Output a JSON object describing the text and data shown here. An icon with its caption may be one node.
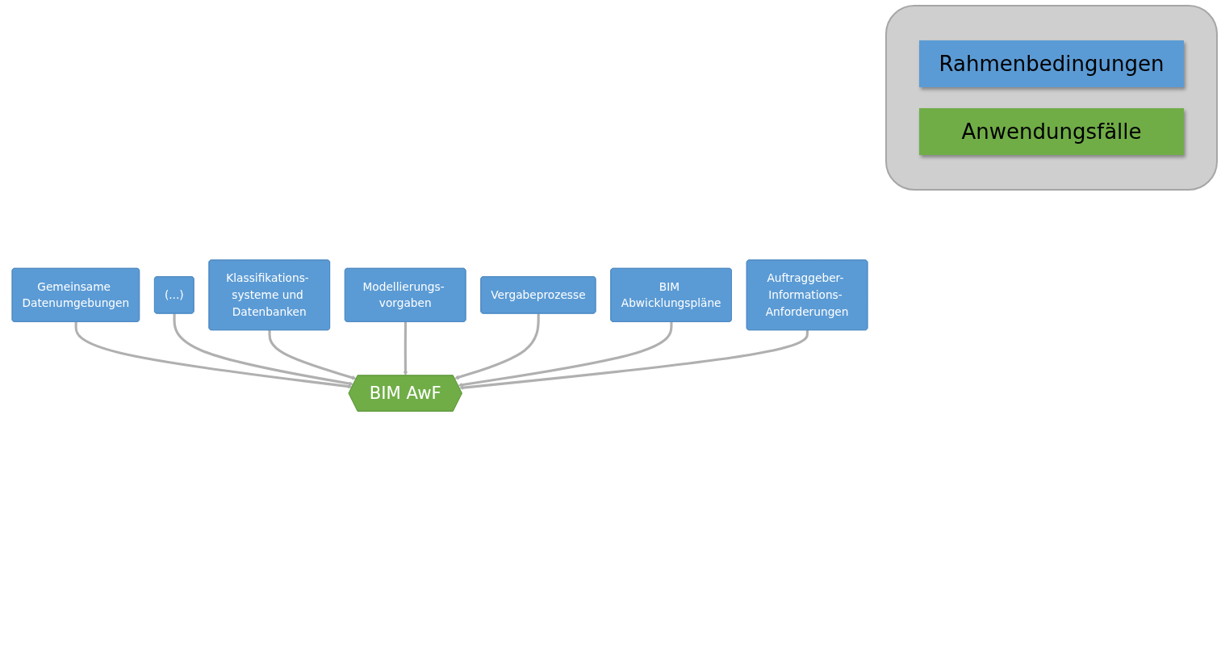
{
  "diagram": {
    "nodes": [
      {
        "text": [
          "Gemeinsame Datenumgebungen"
        ]
      },
      {
        "text": [
          "(...)"
        ]
      },
      {
        "text": [
          "Klassifikations- systeme und Datenbanken"
        ]
      },
      {
        "text": [
          "BIM AwF"
        ]
      },
      {
        "text": [
          "Modellierungs- vorgaben"
        ]
      },
      {
        "text": [
          "Vergabeprozesse"
        ]
      },
      {
        "text": [
          "BIM Abwicklungspläne"
        ]
      },
      {
        "text": [
          "Auftraggeber- Informations- Anforderungen"
        ]
      }
    ],
    "edges": [
      {
        "from": 0,
        "to": 3,
        "arrow": "to"
      },
      {
        "from": 1,
        "to": 3,
        "arrow": "to"
      },
      {
        "from": 2,
        "to": 3,
        "arrow": "to"
      },
      {
        "from": 4,
        "to": 3,
        "arrow": "to"
      },
      {
        "from": 5,
        "to": 3,
        "arrow": "to"
      },
      {
        "from": 6,
        "to": 3,
        "arrow": "to"
      },
      {
        "from": 7,
        "to": 3,
        "arrow": "to"
      }
    ],
    "legend": [
      {
        "text": "Rahmenbedingungen",
        "color": "#5b9bd5"
      },
      {
        "text": "Anwendungsfälle",
        "color": "#70ad47"
      }
    ]
  }
}
